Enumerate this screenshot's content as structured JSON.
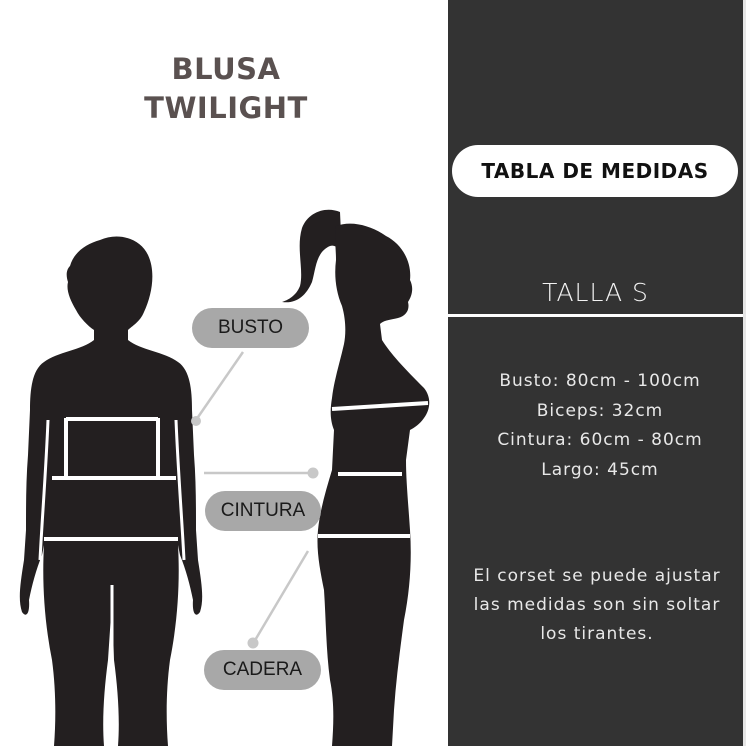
{
  "product": {
    "title_line1": "BLUSA",
    "title_line2": "TWILIGHT"
  },
  "diagram": {
    "labels": {
      "bust": "BUSTO",
      "waist": "CINTURA",
      "hip": "CADERA"
    },
    "figures": [
      "front-silhouette",
      "side-silhouette"
    ]
  },
  "size_chart": {
    "heading": "TABLA DE MEDIDAS",
    "size_label": "TALLA S",
    "measurements": [
      "Busto: 80cm - 100cm",
      "Biceps: 32cm",
      "Cintura: 60cm - 80cm",
      "Largo: 45cm"
    ],
    "note_lines": [
      "El corset se puede ajustar",
      "las medidas son sin soltar",
      "los tirantes."
    ]
  },
  "colors": {
    "panel_bg": "#333333",
    "title_text": "#5a5150",
    "pill_bg": "#a8a8a8",
    "silhouette": "#231f20",
    "guide_line": "#c8c8c8"
  }
}
